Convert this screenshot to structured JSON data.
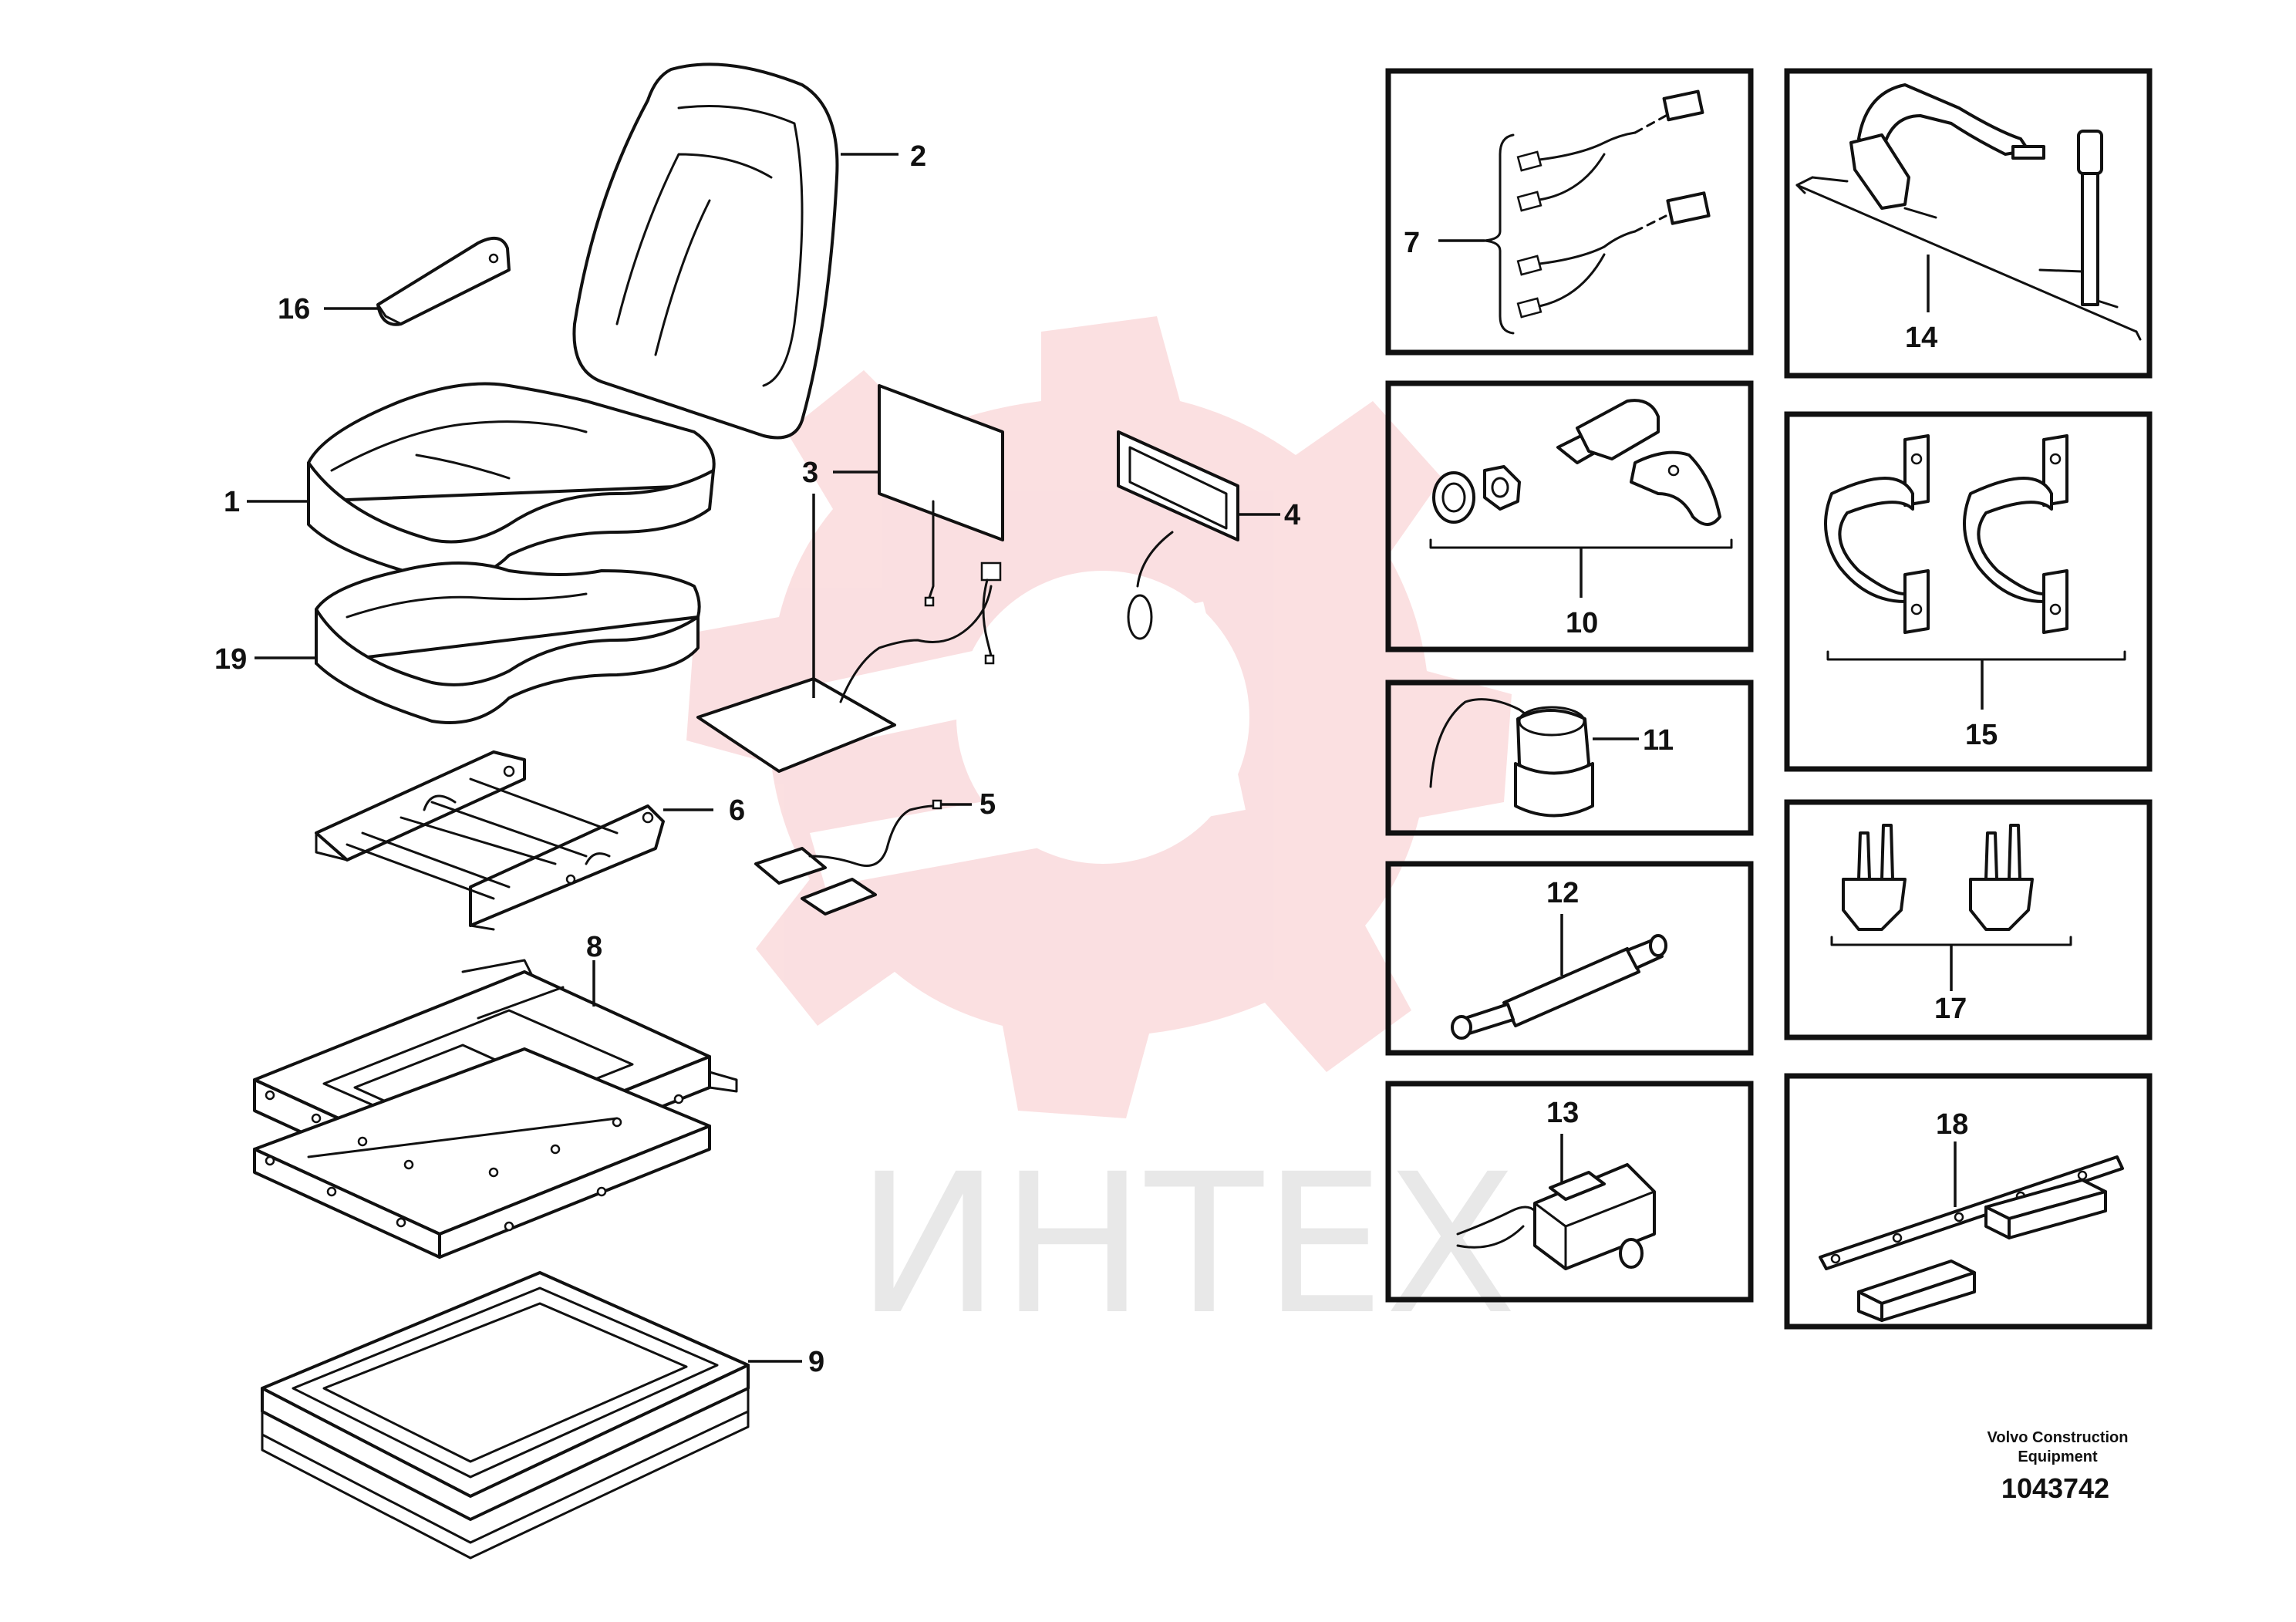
{
  "callouts": {
    "c1": "1",
    "c2": "2",
    "c3": "3",
    "c4": "4",
    "c5": "5",
    "c6": "6",
    "c7": "7",
    "c8": "8",
    "c9": "9",
    "c10": "10",
    "c11": "11",
    "c12": "12",
    "c13": "13",
    "c14": "14",
    "c15": "15",
    "c16": "16",
    "c17": "17",
    "c18": "18",
    "c19": "19"
  },
  "watermark": {
    "text": "ИНТЕХ",
    "gear_color": "#f5b5b8",
    "text_color": "#cccccc"
  },
  "credit": {
    "line1": "Volvo Construction",
    "line2": "Equipment",
    "document_number": "1043742"
  }
}
